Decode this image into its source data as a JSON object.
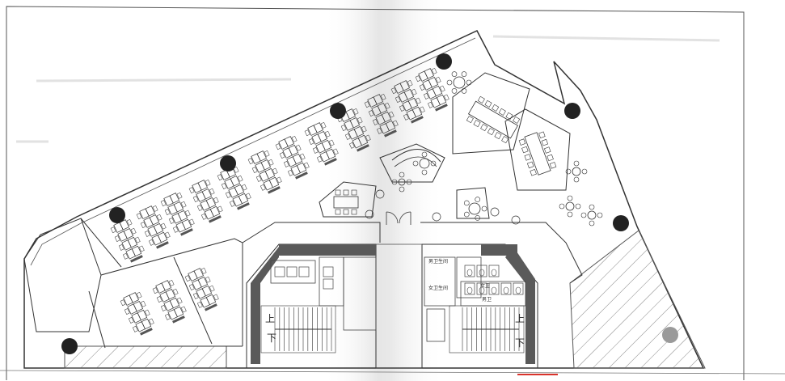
{
  "floor_plan": {
    "stair_labels": {
      "up": "上",
      "down": "下"
    },
    "room_labels": {
      "restroom_left_1": "男卫生间",
      "restroom_left_2": "女卫生间",
      "restroom_right_top": "女卫",
      "restroom_right_mid": "男卫"
    },
    "colors": {
      "paper": "#ffffff",
      "paper_shade": "#ececec",
      "wall": "#5a5a5a",
      "line": "#333333",
      "column": "#222222",
      "column_light": "#9a9a9a",
      "hatch": "#555555",
      "accent_red": "#d9332b"
    },
    "icons": [
      "column-dot",
      "desk-cluster",
      "round-table",
      "stair-arrow",
      "toilet-stall"
    ]
  }
}
